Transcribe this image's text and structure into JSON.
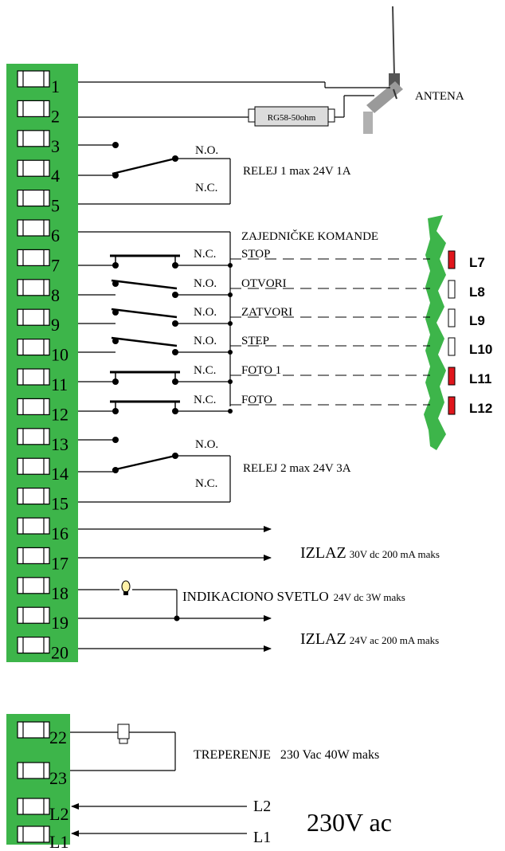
{
  "main_block": {
    "terminals": [
      "1",
      "2",
      "3",
      "4",
      "5",
      "6",
      "7",
      "8",
      "9",
      "10",
      "11",
      "12",
      "13",
      "14",
      "15",
      "16",
      "17",
      "18",
      "19",
      "20"
    ]
  },
  "antenna": {
    "label": "ANTENA",
    "cable_label": "RG58-50ohm"
  },
  "relay1": {
    "no": "N.O.",
    "nc": "N.C.",
    "label": "RELEJ 1 max 24V 1A"
  },
  "relay2": {
    "no": "N.O.",
    "nc": "N.C.",
    "label": "RELEJ 2 max 24V 3A"
  },
  "commands": {
    "header": "ZAJEDNIČKE KOMANDE",
    "rows": [
      {
        "contact": "N.C.",
        "name": "STOP",
        "led": "L7",
        "led_state": "red"
      },
      {
        "contact": "N.O.",
        "name": "OTVORI",
        "led": "L8",
        "led_state": "off"
      },
      {
        "contact": "N.O.",
        "name": "ZATVORI",
        "led": "L9",
        "led_state": "off"
      },
      {
        "contact": "N.O.",
        "name": "STEP",
        "led": "L10",
        "led_state": "off"
      },
      {
        "contact": "N.C.",
        "name": "FOTO 1",
        "led": "L11",
        "led_state": "red"
      },
      {
        "contact": "N.C.",
        "name": "FOTO",
        "led": "L12",
        "led_state": "red"
      }
    ]
  },
  "outputs": {
    "out30_main": "IZLAZ",
    "out30_sub": "30V dc 200 mA maks",
    "lamp_main": "INDIKACIONO SVETLO",
    "lamp_sub": "24V dc 3W maks",
    "out24_main": "IZLAZ",
    "out24_sub": "24V ac 200 mA maks"
  },
  "power_block": {
    "terminals": [
      "22",
      "23",
      "L2",
      "L1"
    ],
    "flash_label": "TREPERENJE   230 Vac 40W maks",
    "line2": "L2",
    "line1": "L1",
    "mains": "230V ac"
  },
  "colors": {
    "terminal_green": "#3db54a",
    "led_red": "#e0161c",
    "led_off": "#ffffff"
  }
}
